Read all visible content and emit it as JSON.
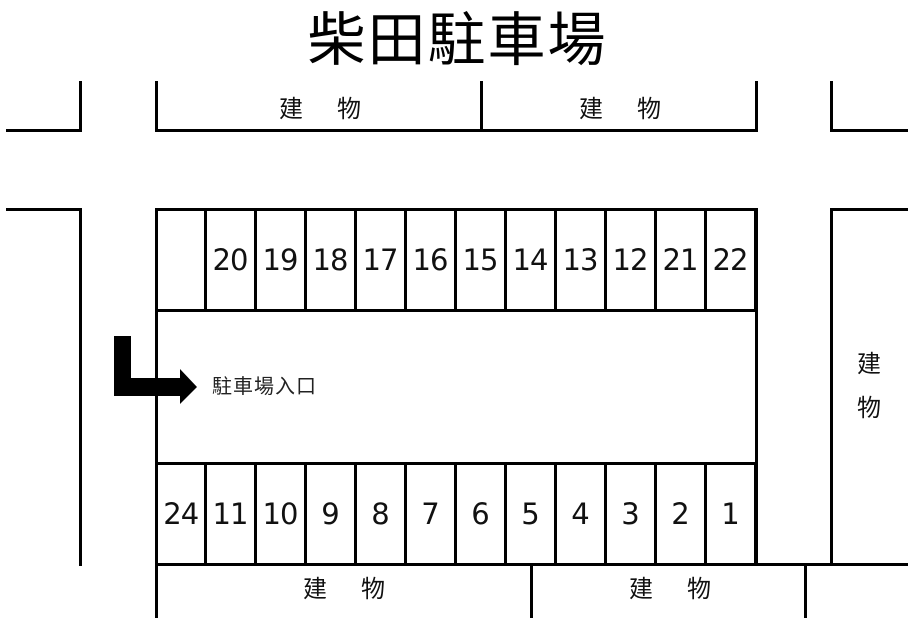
{
  "title": "柴田駐車場",
  "buildings": {
    "label_char1": "建",
    "label_char2": "物",
    "top_left": {
      "c1": "建",
      "c2": "物"
    },
    "top_right": {
      "c1": "建",
      "c2": "物"
    },
    "right_side": {
      "c1": "建",
      "c2": "物"
    },
    "bottom_left": {
      "c1": "建",
      "c2": "物"
    },
    "bottom_right": {
      "c1": "建",
      "c2": "物"
    }
  },
  "entrance": {
    "label": "駐車場入口",
    "icon": "arrow-right-turn-icon"
  },
  "stalls": {
    "top_row": [
      "",
      "20",
      "19",
      "18",
      "17",
      "16",
      "15",
      "14",
      "13",
      "12",
      "21",
      "22"
    ],
    "bottom_row": [
      "24",
      "11",
      "10",
      "9",
      "8",
      "7",
      "6",
      "5",
      "4",
      "3",
      "2",
      "1"
    ]
  }
}
